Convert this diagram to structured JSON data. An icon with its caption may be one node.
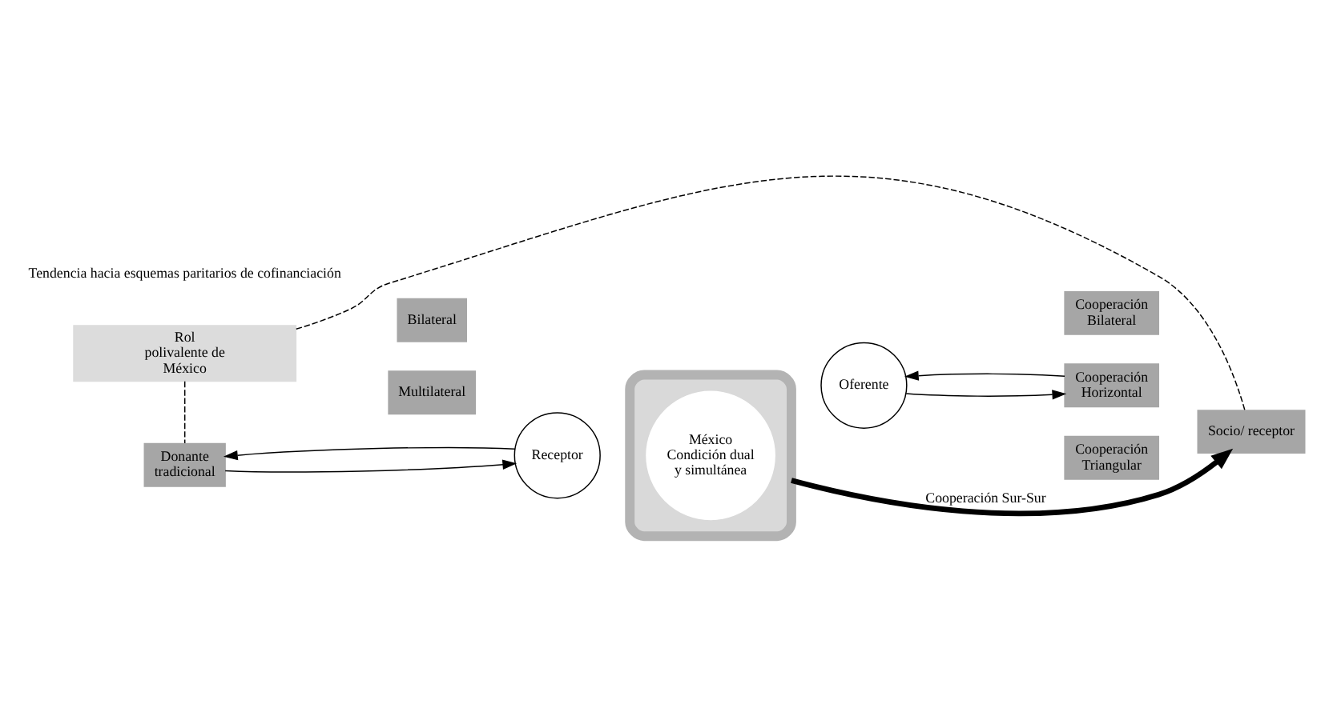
{
  "diagram": {
    "nodes": [
      {
        "text": [
          "Rol polivalente de México"
        ]
      },
      {
        "text": [
          "Donante tradicional"
        ]
      },
      {
        "text": [
          "Bilateral"
        ]
      },
      {
        "text": [
          "Multilateral"
        ]
      },
      {
        "text": [
          "Receptor"
        ]
      },
      {
        "text": [],
        "shape": "box"
      },
      {
        "text": [
          "México Condición dual y simultánea"
        ],
        "in": 5
      },
      {
        "text": [
          "Oferente"
        ]
      },
      {
        "text": [
          "Cooperación Bilateral"
        ]
      },
      {
        "text": [
          "Cooperación Horizontal"
        ]
      },
      {
        "text": [
          "Cooperación Triangular"
        ]
      },
      {
        "text": [
          "Socio/ receptor"
        ]
      }
    ],
    "edges": [
      {
        "from": 0,
        "to": 1,
        "arrow": "none",
        "style": "dashed"
      },
      {
        "from": 0,
        "to": 11,
        "arrow": "none",
        "style": "dashed"
      },
      {
        "from": 1,
        "to": 4,
        "arrow": "to"
      },
      {
        "from": 4,
        "to": 1,
        "arrow": "to"
      },
      {
        "from": 7,
        "to": 9,
        "arrow": "to"
      },
      {
        "from": 9,
        "to": 7,
        "arrow": "to"
      },
      {
        "from": 5,
        "to": 11,
        "arrow": "to",
        "label": "Cooperación Sur-Sur",
        "style": "thick"
      }
    ],
    "labels": [
      "Tendencia hacia esquemas paritarios de cofinanciación"
    ]
  }
}
